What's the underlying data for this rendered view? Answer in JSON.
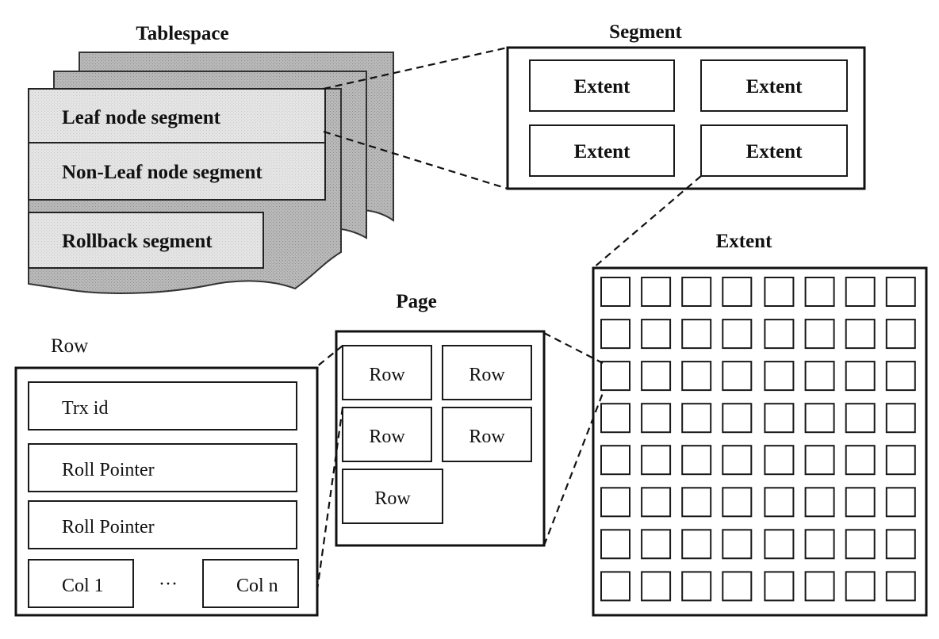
{
  "colors": {
    "sheet_back": "#b3b3b3",
    "sheet_front": "#e3e3e3",
    "line": "#111111"
  },
  "tablespace": {
    "title": "Tablespace",
    "segments": [
      "Leaf node segment",
      "Non-Leaf node segment",
      "Rollback segment"
    ]
  },
  "segment": {
    "title": "Segment",
    "extents": [
      "Extent",
      "Extent",
      "Extent",
      "Extent"
    ]
  },
  "extent": {
    "title": "Extent",
    "page_rows": 8,
    "page_cols": 8
  },
  "page": {
    "title": "Page",
    "rows": [
      "Row",
      "Row",
      "Row",
      "Row",
      "Row"
    ]
  },
  "row": {
    "title": "Row",
    "fields": [
      "Trx id",
      "Roll Pointer",
      "Roll Pointer"
    ],
    "col_first": "Col 1",
    "col_ellipsis": "···",
    "col_last": "Col n"
  }
}
